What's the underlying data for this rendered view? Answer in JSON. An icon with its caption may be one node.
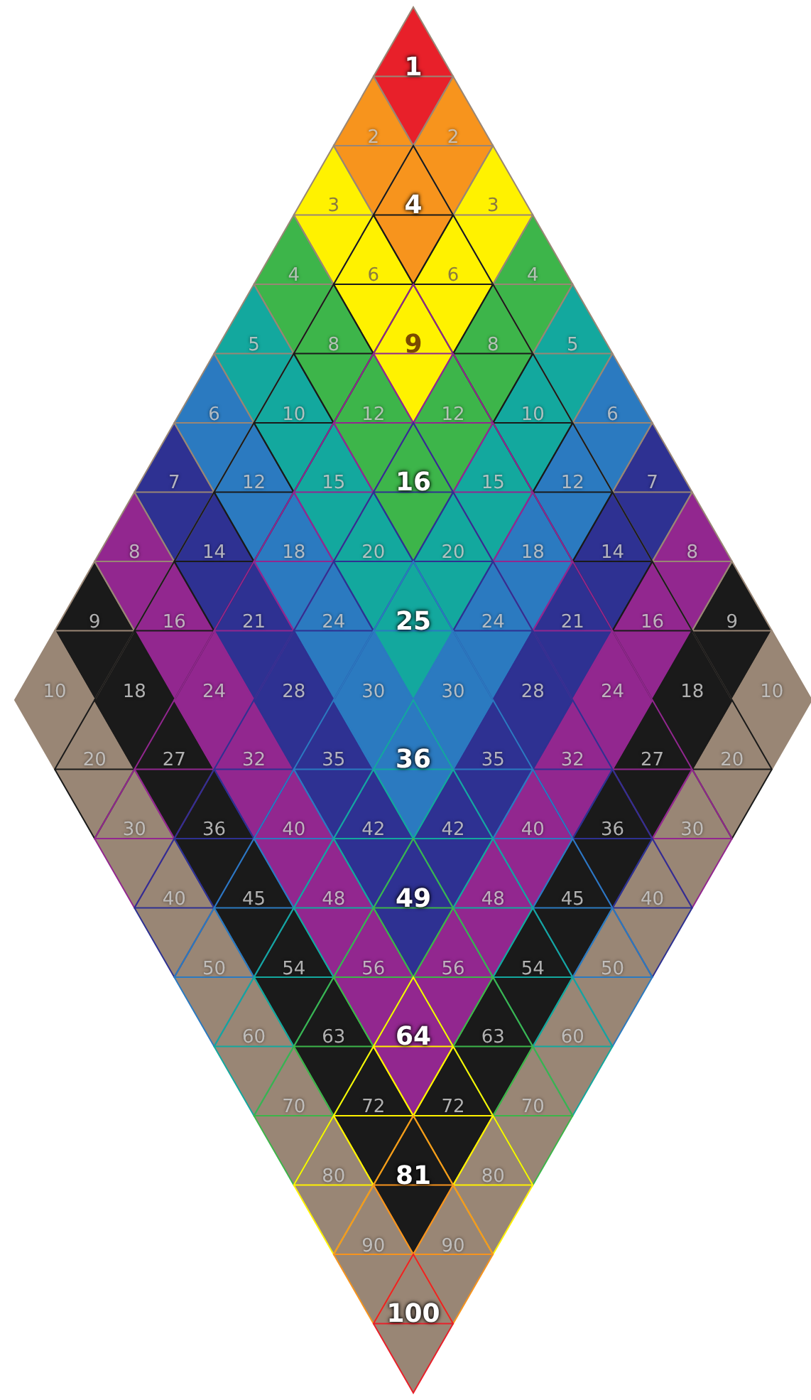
{
  "diagram": {
    "labels": [
      "1",
      "2",
      "2",
      "3",
      "4",
      "3",
      "4",
      "6",
      "6",
      "4",
      "5",
      "8",
      "9",
      "8",
      "5",
      "6",
      "10",
      "12",
      "12",
      "10",
      "6",
      "7",
      "12",
      "15",
      "16",
      "15",
      "12",
      "7",
      "8",
      "14",
      "18",
      "20",
      "20",
      "18",
      "14",
      "8",
      "9",
      "16",
      "21",
      "24",
      "25",
      "24",
      "21",
      "16",
      "9",
      "10",
      "18",
      "24",
      "28",
      "30",
      "30",
      "28",
      "24",
      "18",
      "10",
      "20",
      "27",
      "32",
      "35",
      "36",
      "35",
      "32",
      "27",
      "20",
      "30",
      "36",
      "40",
      "42",
      "42",
      "40",
      "36",
      "30",
      "40",
      "45",
      "48",
      "49",
      "48",
      "45",
      "40",
      "50",
      "54",
      "56",
      "56",
      "54",
      "50",
      "60",
      "63",
      "64",
      "63",
      "60",
      "70",
      "72",
      "72",
      "70",
      "80",
      "81",
      "80",
      "90",
      "90",
      "100"
    ]
  }
}
